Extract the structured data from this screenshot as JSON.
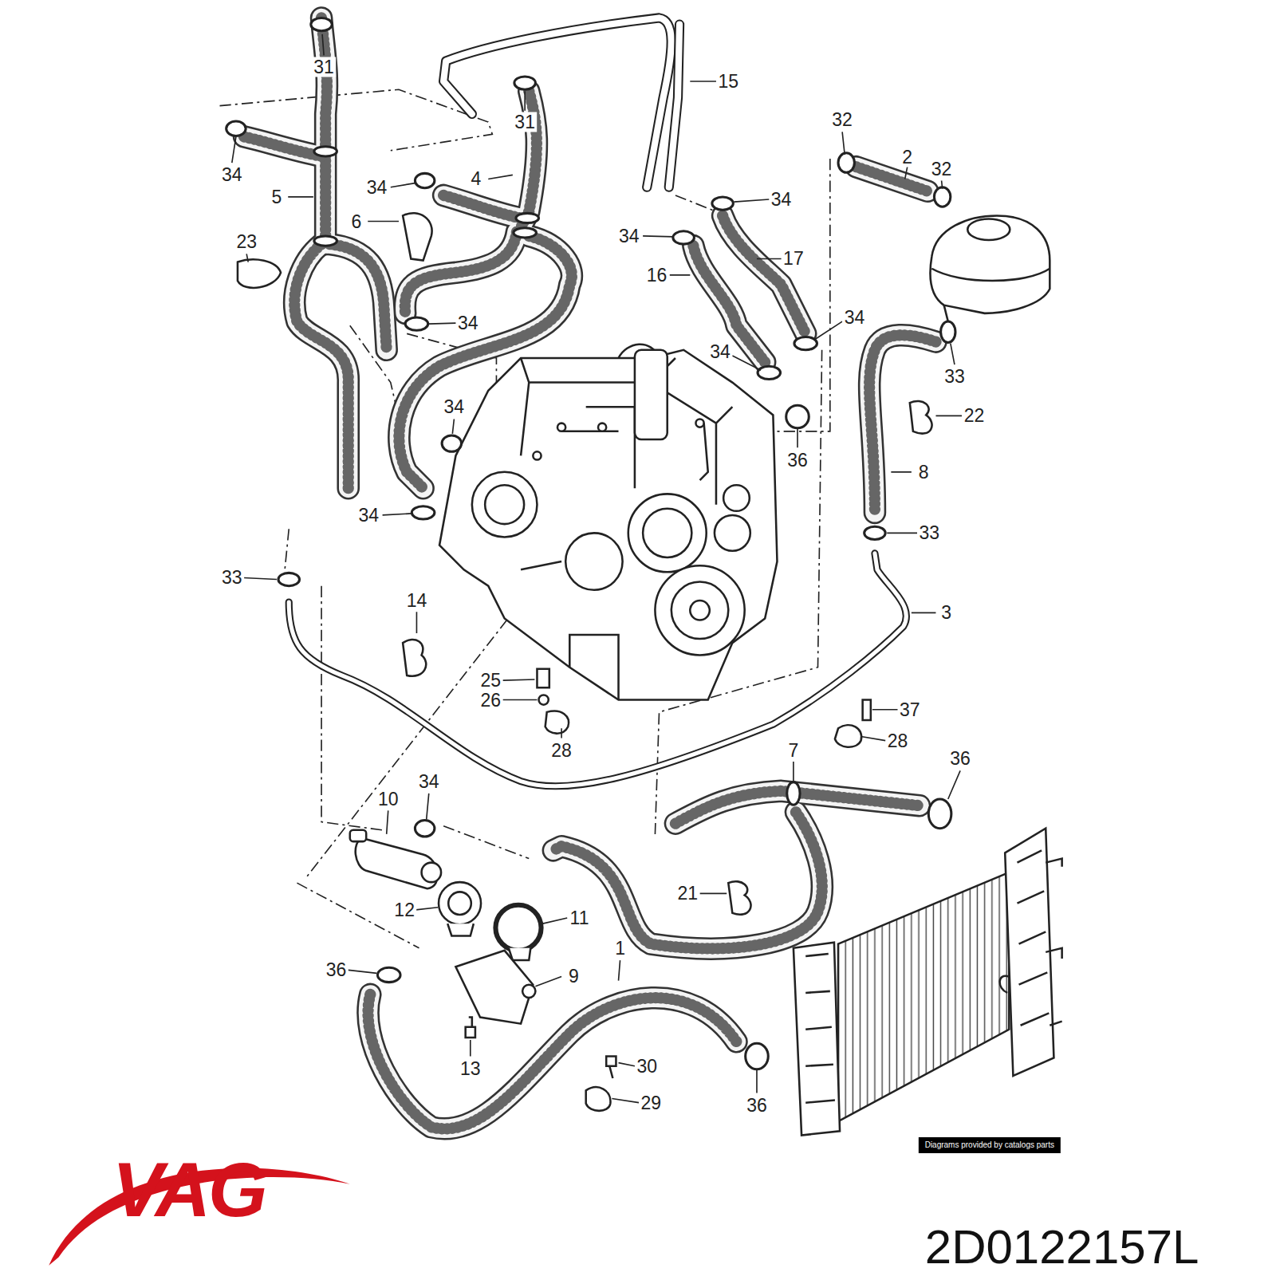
{
  "diagram": {
    "labels": [
      "31",
      "31",
      "15",
      "34",
      "5",
      "34",
      "4",
      "6",
      "32",
      "2",
      "32",
      "34",
      "34",
      "17",
      "16",
      "23",
      "34",
      "34",
      "34",
      "33",
      "22",
      "34",
      "36",
      "8",
      "34",
      "33",
      "33",
      "14",
      "3",
      "25",
      "37",
      "26",
      "28",
      "28",
      "7",
      "36",
      "34",
      "10",
      "21",
      "12",
      "11",
      "1",
      "36",
      "9",
      "30",
      "13",
      "29",
      "36",
      "Diagrams provided by catalogs parts",
      "VAG",
      "2D0122157L"
    ]
  }
}
